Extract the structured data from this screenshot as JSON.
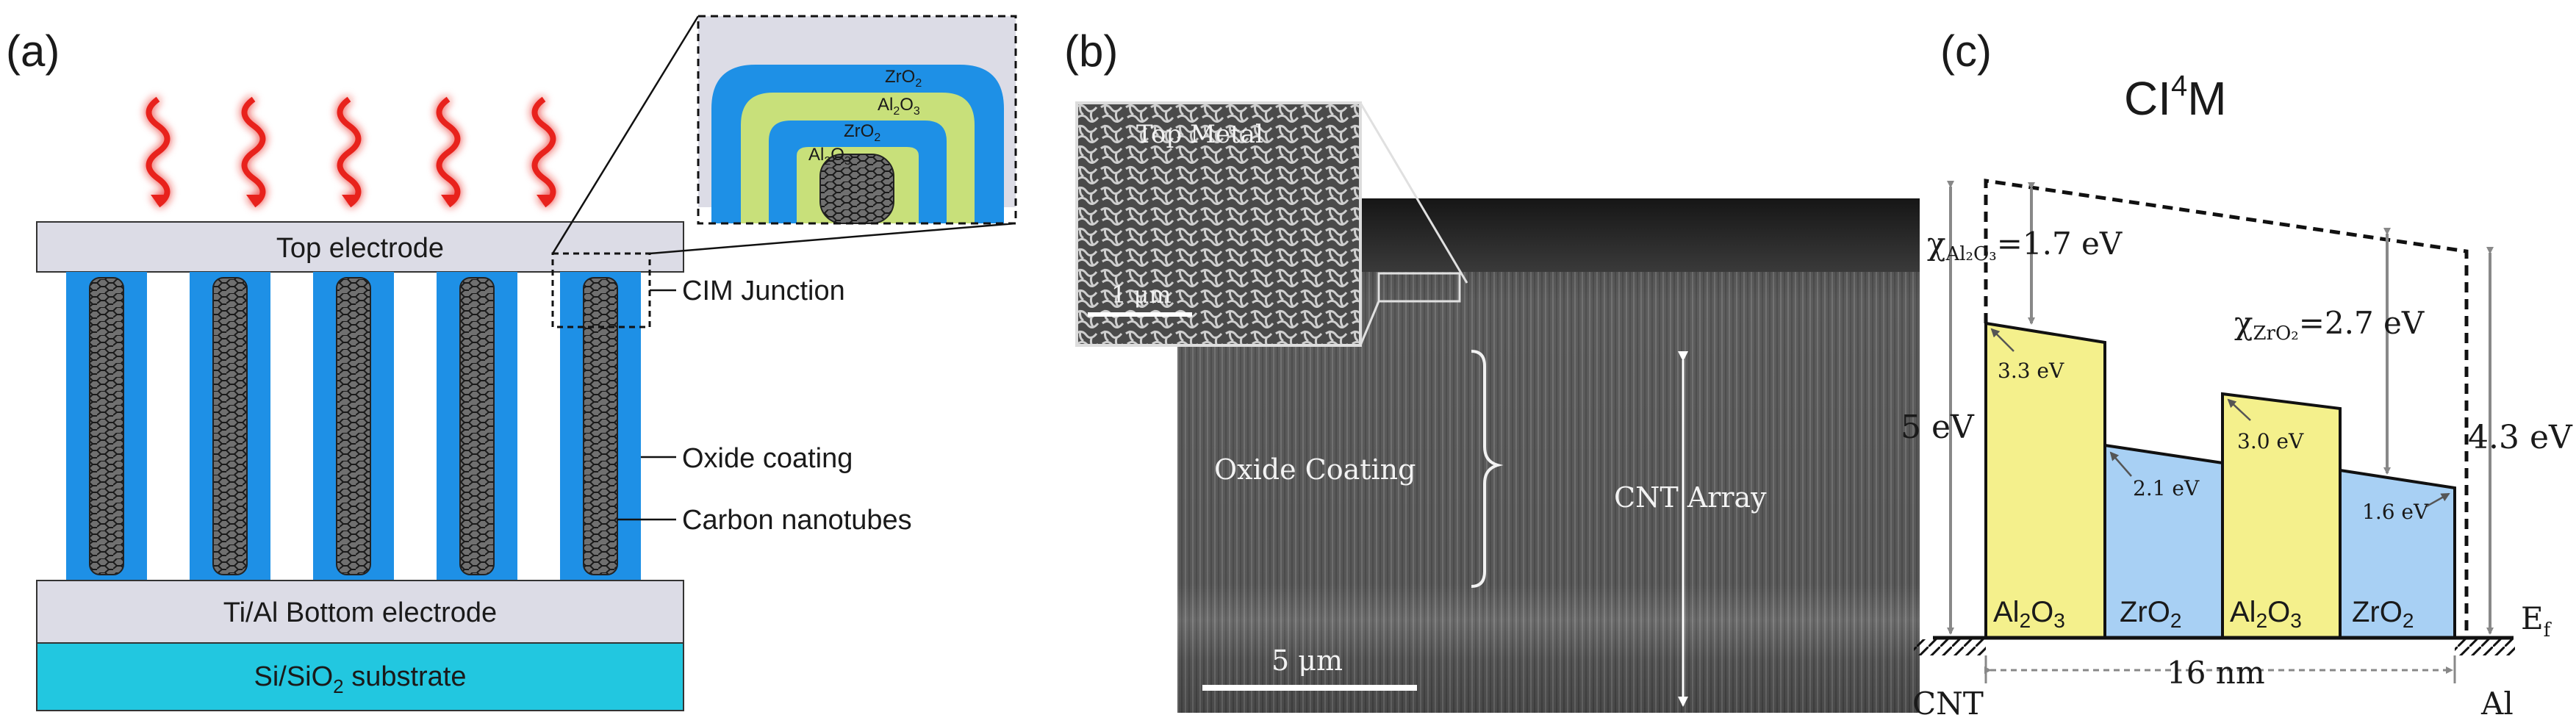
{
  "panel_a": {
    "label": "(a)",
    "top_electrode": "Top electrode",
    "cim_junction": "CIM Junction",
    "oxide_coating": "Oxide coating",
    "carbon_nanotubes": "Carbon nanotubes",
    "bottom_electrode": "Ti/Al Bottom electrode",
    "substrate": "Si/SiO",
    "substrate_sub": "2",
    "substrate_tail": " substrate",
    "inset_layers": [
      {
        "main": "ZrO",
        "sub": "2"
      },
      {
        "main": "Al",
        "sub": "2",
        "main2": "O",
        "sub2": "3"
      },
      {
        "main": "ZrO",
        "sub": "2"
      },
      {
        "main": "Al",
        "sub": "2",
        "main2": "O",
        "sub2": "3"
      }
    ],
    "colors": {
      "blue": "#1e90e6",
      "green": "#c8e07a",
      "grey": "#dcdce6",
      "cyan": "#22c7e0",
      "wave": "#e8231e"
    }
  },
  "panel_b": {
    "label": "(b)",
    "top_metal": "Top Metal",
    "scale_inset": "1 μm",
    "oxide_coating": "Oxide Coating",
    "cnt_array": "CNT Array",
    "scale_main": "5 μm"
  },
  "panel_c": {
    "label": "(c)",
    "title_main": "CI",
    "title_sup": "4",
    "title_tail": "M",
    "chi_al_prefix": "χ",
    "chi_al_sub": "Al₂O₃",
    "chi_al_value": "=1.7 eV",
    "chi_zr_prefix": "χ",
    "chi_zr_sub": "ZrO₂",
    "chi_zr_value": "=2.7 eV",
    "barrier_1": "3.3 eV",
    "barrier_2": "2.1 eV",
    "barrier_3": "3.0 eV",
    "barrier_4": "1.6 eV",
    "work_fn_left": "5 eV",
    "work_fn_right": "4.3 eV",
    "layers": [
      {
        "main": "Al",
        "sub": "2",
        "main2": "O",
        "sub2": "3"
      },
      {
        "main": "ZrO",
        "sub": "2"
      },
      {
        "main": "Al",
        "sub": "2",
        "main2": "O",
        "sub2": "3"
      },
      {
        "main": "ZrO",
        "sub": "2"
      }
    ],
    "fermi_main": "E",
    "fermi_sub": "f",
    "left_contact": "CNT",
    "right_contact": "Al",
    "thickness": "16 nm",
    "colors": {
      "al2o3": "#f4f08c",
      "zro2": "#a8d0f4"
    }
  }
}
